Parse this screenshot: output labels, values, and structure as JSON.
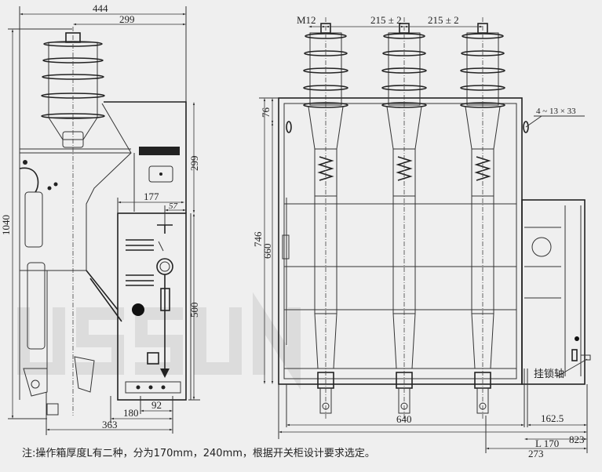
{
  "side_view": {
    "dims": {
      "width_total": "444",
      "width_insulator": "299",
      "height_total": "1040",
      "height_upper": "299",
      "panel_width": "177",
      "panel_offset": "57",
      "panel_height": "500",
      "bottom_180": "180",
      "bottom_92": "92",
      "bottom_363": "363"
    }
  },
  "front_view": {
    "dims": {
      "bolt": "M12",
      "pole_spacing_1": "215 ± 2",
      "pole_spacing_2": "215 ± 2",
      "mount_holes": "4 ~ 13 × 33",
      "top_76": "76",
      "height_746": "746",
      "height_660": "660",
      "width_640": "640",
      "width_823": "823",
      "box_162_5": "162.5",
      "box_L170": "L 170",
      "box_273": "273"
    },
    "padlock_shaft_label": "挂锁轴"
  },
  "footnote": "注:操作箱厚度L有二种，分为170mm，240mm，根据开关柜设计要求选定。",
  "watermark": "USSUN"
}
